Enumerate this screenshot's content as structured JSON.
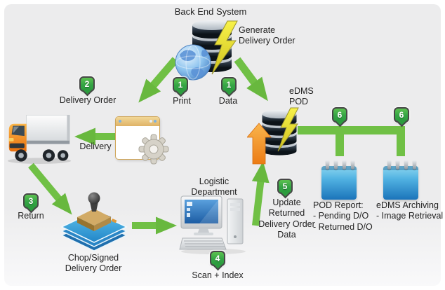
{
  "diagram": {
    "title": "Back End System",
    "backend_side_label": "Generate\nDelivery Order",
    "edms_label": "eDMS\nPOD",
    "arrow_label_delivery": "Delivery",
    "steps": {
      "print": {
        "num": "1",
        "label": "Print"
      },
      "data": {
        "num": "1",
        "label": "Data"
      },
      "delivery_order": {
        "num": "2",
        "label": "Delivery Order"
      },
      "return": {
        "num": "3",
        "label": "Return"
      },
      "scan_index": {
        "num": "4",
        "label": "Scan + Index"
      },
      "update": {
        "num": "5",
        "label": "Update\nReturned\nDelivery Order\nData"
      },
      "pod_report": {
        "num": "6",
        "label": "POD Report:\n- Pending D/O\n- Returned D/O"
      },
      "edms_archiving": {
        "num": "6",
        "label": "eDMS Archiving\n- Image Retrieval"
      }
    },
    "node_labels": {
      "chop_signed": "Chop/Signed\nDelivery Order",
      "logistic": "Logistic\nDepartment"
    },
    "colors": {
      "arrow_green": "#70c045",
      "badge_green": "#35a545",
      "badge_border": "#474747",
      "panel_bg": "#ececed",
      "text": "#232323"
    }
  }
}
